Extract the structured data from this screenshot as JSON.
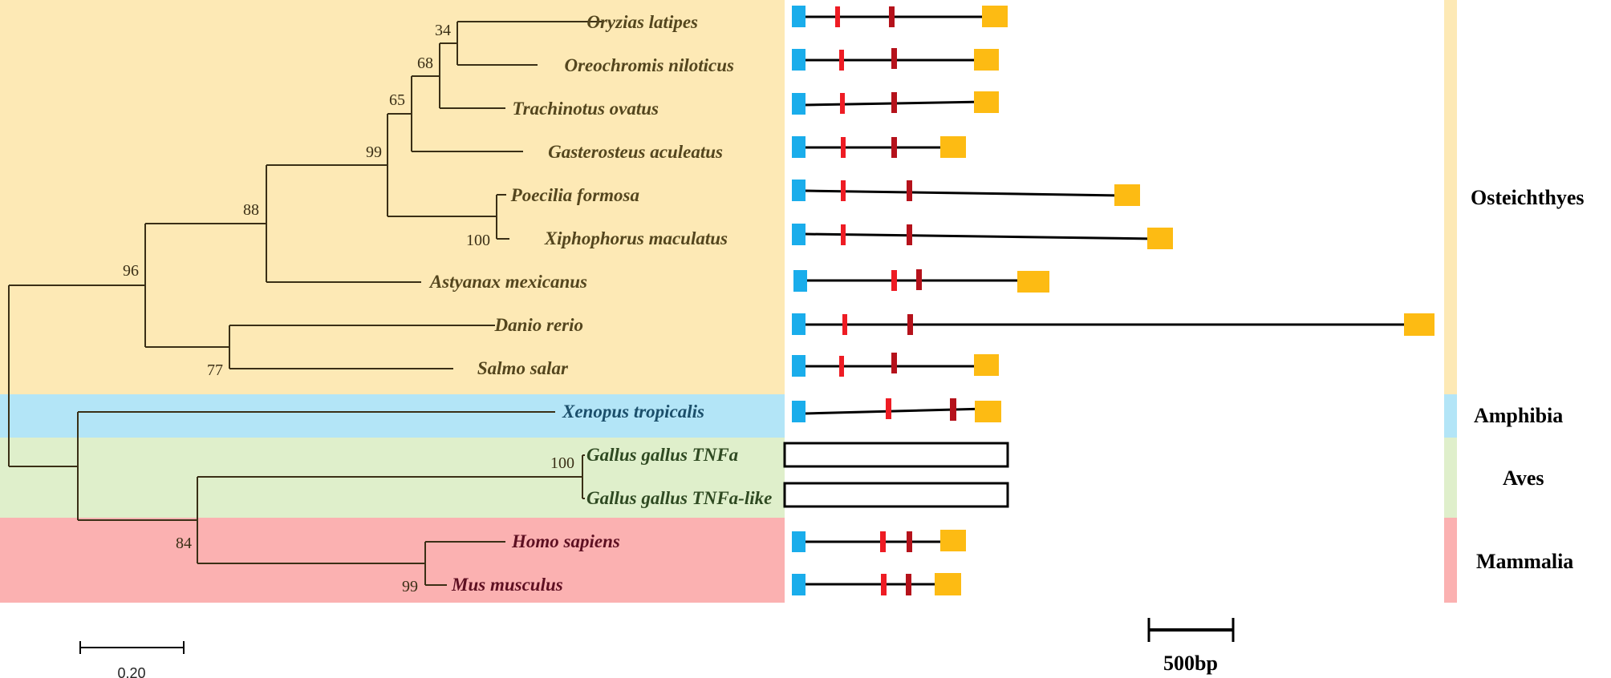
{
  "colors": {
    "osteichthyes_bg": "#FDE9B5",
    "amphibia_bg": "#B3E5F7",
    "aves_bg": "#DFEFCB",
    "mammalia_bg": "#FBB1B1",
    "signal_peptide": "#1AADEB",
    "marker_bright": "#EE1C24",
    "marker_dark": "#B5121B",
    "tnf_domain": "#FDBB13",
    "fish_label": "#54461E",
    "amphibia_label": "#1B4F6B",
    "aves_label": "#2F4A22",
    "mammal_label": "#5E1022",
    "tree_line": "#3a2f16"
  },
  "species": [
    {
      "name": "Oryzias latipes",
      "clade": "fish"
    },
    {
      "name": "Oreochromis niloticus",
      "clade": "fish"
    },
    {
      "name": "Trachinotus ovatus",
      "clade": "fish"
    },
    {
      "name": "Gasterosteus aculeatus",
      "clade": "fish"
    },
    {
      "name": "Poecilia formosa",
      "clade": "fish"
    },
    {
      "name": "Xiphophorus maculatus",
      "clade": "fish"
    },
    {
      "name": "Astyanax mexicanus",
      "clade": "fish"
    },
    {
      "name": "Danio rerio",
      "clade": "fish"
    },
    {
      "name": "Salmo salar",
      "clade": "fish"
    },
    {
      "name": "Xenopus tropicalis",
      "clade": "amphibia"
    },
    {
      "name": "Gallus gallus TNFa",
      "clade": "aves"
    },
    {
      "name": "Gallus gallus TNFa-like",
      "clade": "aves"
    },
    {
      "name": "Homo sapiens",
      "clade": "mammal"
    },
    {
      "name": "Mus musculus",
      "clade": "mammal"
    }
  ],
  "bootstrap": [
    "34",
    "68",
    "65",
    "99",
    "88",
    "96",
    "100",
    "77",
    "100",
    "84",
    "99"
  ],
  "clades": [
    "Osteichthyes",
    "Amphibia",
    "Aves",
    "Mammalia"
  ],
  "scale": {
    "tree": "0.20",
    "gene": "500bp"
  }
}
